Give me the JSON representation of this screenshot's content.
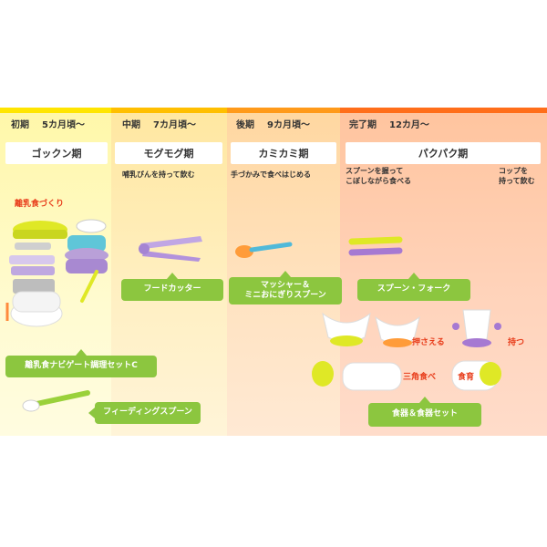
{
  "stages": [
    {
      "period": "初期",
      "age": "5カ月頃〜",
      "name": "ゴックン期"
    },
    {
      "period": "中期",
      "age": "7カ月頃〜",
      "name": "モグモグ期"
    },
    {
      "period": "後期",
      "age": "9カ月頃〜",
      "name": "カミカミ期"
    },
    {
      "period": "完了期",
      "age": "12カ月〜",
      "name": "パクパク期"
    }
  ],
  "milestones": {
    "mid": "哺乳びんを持って飲む",
    "late": "手づかみで食べはじめる",
    "final_spoon_line1": "スプーンを握って",
    "final_spoon_line2": "こぼしながら食べる",
    "final_cup_line1": "コップを",
    "final_cup_line2": "持って飲む"
  },
  "section_title": "離乳食づくり",
  "products": {
    "food_cutter": "フードカッター",
    "masher_line1": "マッシャー＆",
    "masher_line2": "ミニおにぎりスプーン",
    "spoon_fork": "スプーン・フォーク",
    "navigate_set": "離乳食ナビゲート調理セットC",
    "feeding_spoon": "フィーディングスプーン",
    "tableware_set": "食器＆食器セット"
  },
  "callouts": {
    "press": "押さえる",
    "hold": "持つ",
    "triangle": "三角食べ",
    "shelf": "食育"
  }
}
